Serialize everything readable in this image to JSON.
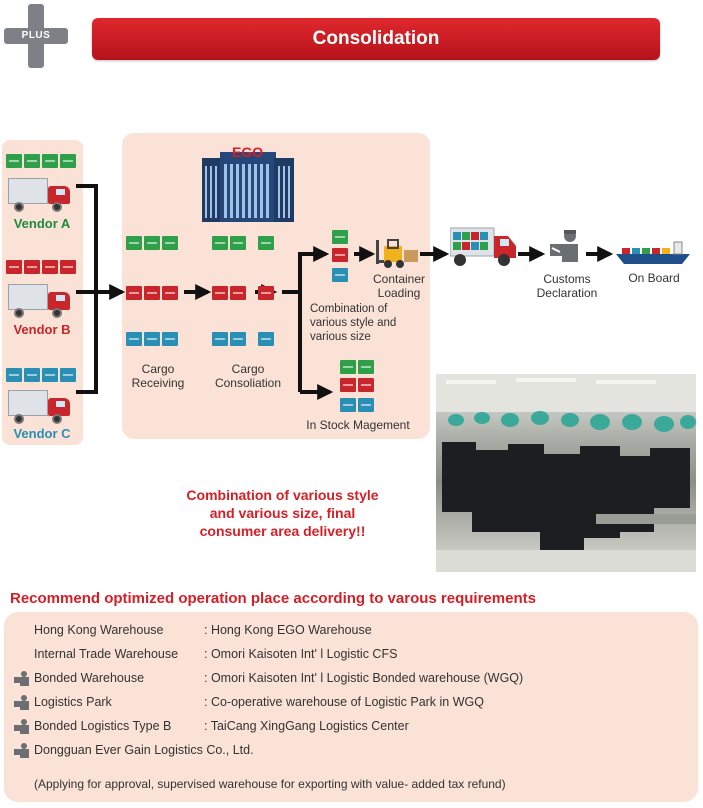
{
  "badge": {
    "label": "PLUS"
  },
  "banner": {
    "title": "Consolidation"
  },
  "vendors": [
    {
      "label": "Vendor A",
      "color": "#1f8a3c"
    },
    {
      "label": "Vendor B",
      "color": "#c8262b"
    },
    {
      "label": "Vendor C",
      "color": "#2a8fb5"
    }
  ],
  "ego": {
    "building_label": "EGO"
  },
  "steps": {
    "cargo_receiving": "Cargo\nReceiving",
    "cargo_consolidation": "Cargo\nConsoliation",
    "combination": "Combination of\nvarious style and\nvarious size",
    "container_loading": "Container\nLoading",
    "customs": "Customs\nDeclaration",
    "on_board": "On Board",
    "in_stock": "In Stock Magement"
  },
  "emphasis": "Combination of various style\nand various size, final\nconsumer area delivery!!",
  "recommend_title": "Recommend optimized operation place according to varous requirements",
  "places": [
    {
      "name": "Hong Kong Warehouse",
      "value": ": Hong Kong EGO Warehouse",
      "icon": false
    },
    {
      "name": "Internal Trade Warehouse",
      "value": ": Omori Kaisoten Int' l Logistic CFS",
      "icon": false
    },
    {
      "name": "Bonded Warehouse",
      "value": ": Omori Kaisoten Int' l Logistic Bonded warehouse (WGQ)",
      "icon": true
    },
    {
      "name": "Logistics Park",
      "value": ": Co-operative warehouse of Logistic Park in WGQ",
      "icon": true
    },
    {
      "name": "Bonded Logistics Type B",
      "value": ": TaiCang XingGang Logistics Center",
      "icon": true
    },
    {
      "name": "Dongguan Ever Gain Logistics Co., Ltd.",
      "value": "",
      "icon": true
    }
  ],
  "note": "(Applying for approval, supervised warehouse for exporting with value- added tax refund)",
  "colors": {
    "accent_red": "#d41f26",
    "panel_bg": "#fbe2d6",
    "green": "#2ea04a",
    "red": "#c8262b",
    "blue": "#2a8fb5"
  }
}
